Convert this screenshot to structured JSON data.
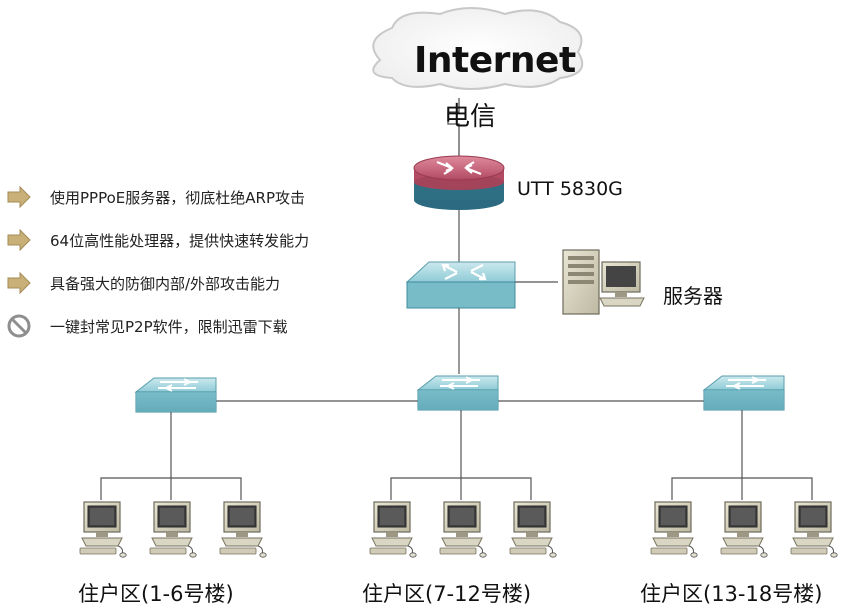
{
  "cloud_label": "Internet",
  "isp_label": "电信",
  "router_label": "UTT 5830G",
  "server_label": "服务器",
  "features": [
    {
      "icon": "arrow-right-icon",
      "text": "使用PPPoE服务器，彻底杜绝ARP攻击"
    },
    {
      "icon": "arrow-right-icon",
      "text": "64位高性能处理器，提供快速转发能力"
    },
    {
      "icon": "arrow-right-icon",
      "text": "具备强大的防御内部/外部攻击能力"
    },
    {
      "icon": "prohibit-icon",
      "text": "一键封常见P2P软件，限制迅雷下载"
    }
  ],
  "buildings": [
    {
      "label": "住户区(1-6号楼)"
    },
    {
      "label": "住户区(7-12号楼)"
    },
    {
      "label": "住户区(13-18号楼)"
    }
  ],
  "colors": {
    "router_top": "#c0506a",
    "router_base": "#2f6f84",
    "switch_face": "#8ccbd6",
    "arrow_icon": "#c8b078"
  }
}
